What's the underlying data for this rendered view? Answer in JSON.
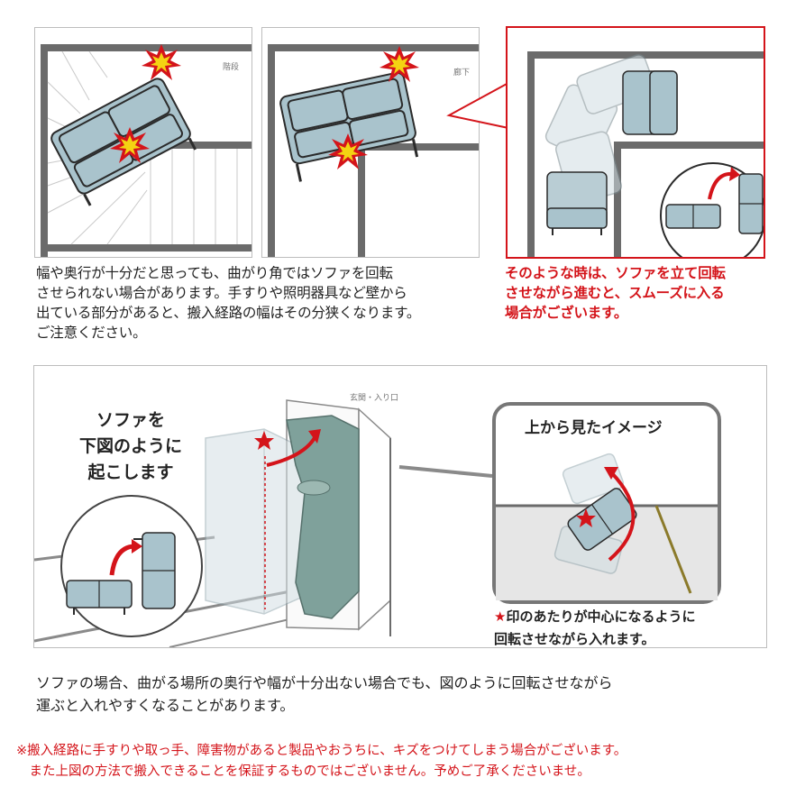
{
  "panels": {
    "stairs": {
      "tag": "階段"
    },
    "hall": {
      "tag": "廊下"
    },
    "entrance": {
      "tag": "玄関・入り口"
    }
  },
  "captions": {
    "left": [
      "幅や奥行が十分だと思っても、曲がり角ではソファを回転",
      "させられない場合があります。手すりや照明器具など壁から",
      "出ている部分があると、搬入経路の幅はその分狭くなります。",
      "ご注意ください。"
    ],
    "right": [
      "そのような時は、ソファを立て回転",
      "させながら進むと、スムーズに入る",
      "場合がございます。"
    ]
  },
  "diagram": {
    "raise_label": [
      "ソファを",
      "下図のように",
      "起こします"
    ],
    "callout_title": "上から見たイメージ",
    "star_symbol": "★",
    "star_note_1": "印のあたりが中心になるように",
    "star_note_2": "回転させながら入れます。"
  },
  "bottom": {
    "text": [
      "ソファの場合、曲がる場所の奥行や幅が十分出ない場合でも、図のように回転させながら",
      "運ぶと入れやすくなることがあります。"
    ],
    "notes": [
      "※搬入経路に手すりや取っ手、障害物があると製品やおうちに、キズをつけてしまう場合がございます。",
      "　また上図の方法で搬入できることを保証するものではございません。予めご了承くださいませ。"
    ]
  },
  "colors": {
    "sofa": "#a9c3cc",
    "sofa_outline": "#2b2b2b",
    "wall": "#6b6b6b",
    "accent_red": "#d4141a",
    "explosion_yellow": "#f4d312",
    "door_teal": "#7fa19b"
  }
}
